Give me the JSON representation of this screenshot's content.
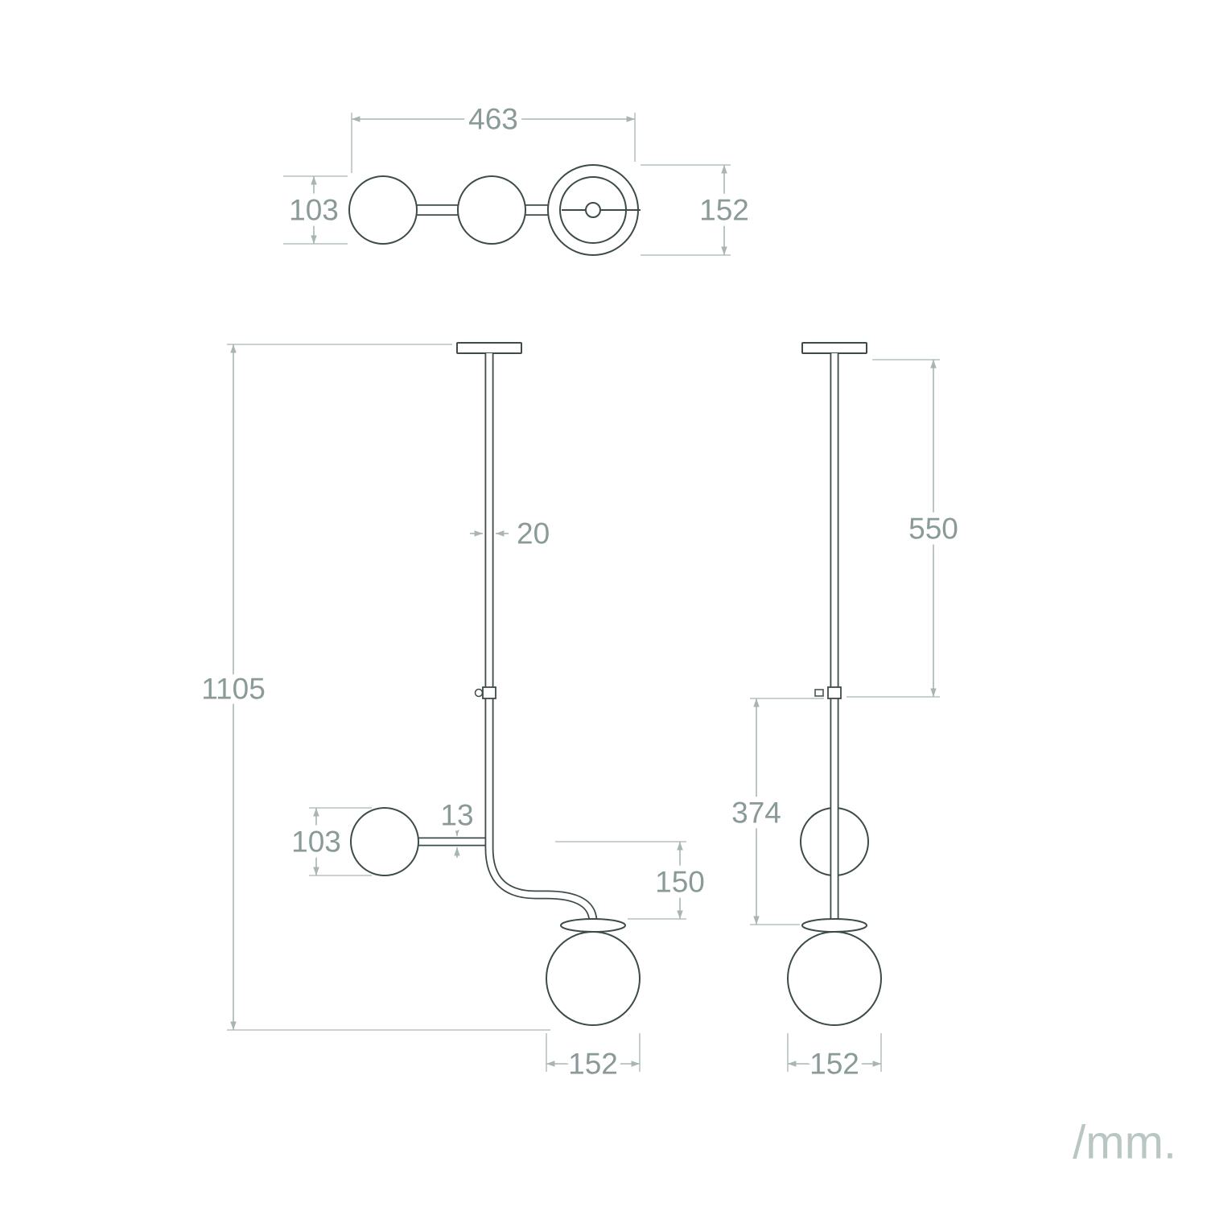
{
  "units_label": "/mm.",
  "colors": {
    "outline": "#3d4b4b",
    "dimension_lines": "#a8b5b3",
    "dimension_text": "#8a9a98",
    "background": "#ffffff"
  },
  "views": {
    "top": {
      "overall_width_mm": "463",
      "globe_diameter_mm": "103",
      "canopy_diameter_mm": "152"
    },
    "front": {
      "overall_height_mm": "1105",
      "rod_diameter_mm": "20",
      "arm_thickness_mm": "13",
      "small_globe_diameter_mm": "103",
      "bend_drop_mm": "150",
      "globe_diameter_mm": "152"
    },
    "side": {
      "upper_rod_length_mm": "550",
      "lower_section_mm": "374",
      "globe_diameter_mm": "152"
    }
  }
}
